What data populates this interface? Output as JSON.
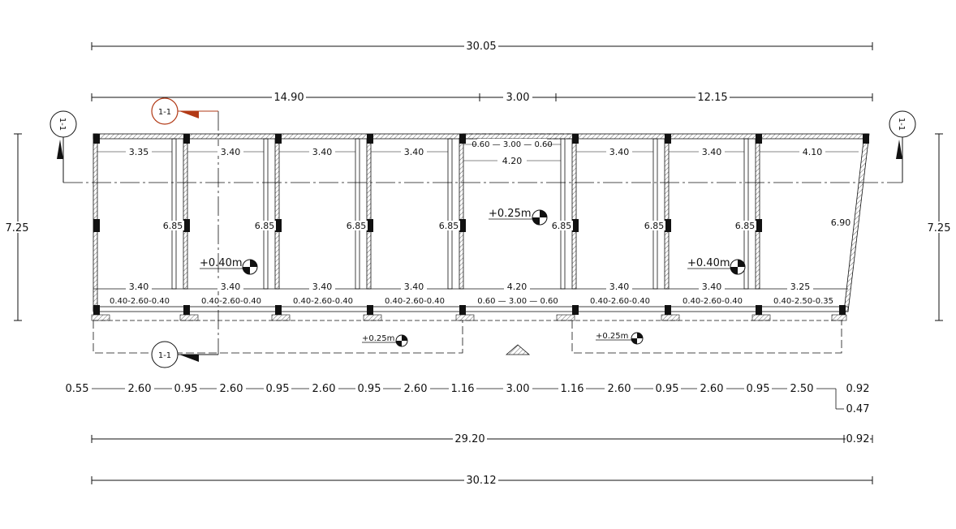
{
  "overall": {
    "top_total": "30.05",
    "top_segments": [
      "14.90",
      "3.00",
      "12.15"
    ],
    "bottom_total_1": "29.20",
    "bottom_total_1_end": "0.92",
    "bottom_total_2": "30.12",
    "height_left": "7.25",
    "height_right": "7.25"
  },
  "bottom_chain": [
    "0.55",
    "2.60",
    "0.95",
    "2.60",
    "0.95",
    "2.60",
    "0.95",
    "2.60",
    "1.16",
    "3.00",
    "1.16",
    "2.60",
    "0.95",
    "2.60",
    "0.95",
    "2.50",
    "0.92"
  ],
  "bottom_chain_extra": "0.47",
  "rooms_top": [
    "3.35",
    "3.40",
    "3.40",
    "3.40",
    "3.40",
    "3.40",
    "4.10"
  ],
  "rooms_bottom": [
    "3.40",
    "3.40",
    "3.40",
    "3.40",
    "4.20",
    "3.40",
    "3.40",
    "3.25"
  ],
  "rooms_depth": [
    "6.85",
    "6.85",
    "6.85",
    "6.85",
    "6.85",
    "6.85",
    "6.85",
    "6.90"
  ],
  "openings_bottom": [
    "0.40-2.60-0.40",
    "0.40-2.60-0.40",
    "0.40-2.60-0.40",
    "0.40-2.60-0.40",
    "0.60 — 3.00 — 0.60",
    "0.40-2.60-0.40",
    "0.40-2.60-0.40",
    "0.40-2.50-0.35"
  ],
  "opening_top_center": "0.60 — 3.00 — 0.60",
  "center_width": "4.20",
  "levels": {
    "room_left": "+0.40m",
    "center": "+0.25m",
    "room_right": "+0.40m",
    "front_left": "+0.25m",
    "front_right": "+0.25m"
  },
  "sections": {
    "left_top": "1-1",
    "left_bottom": "1-1",
    "right": "1-1",
    "right_bottom": "1-1"
  },
  "colors": {
    "line": "#111111",
    "section_mark": "#b23a16",
    "hatch": "#444444"
  }
}
